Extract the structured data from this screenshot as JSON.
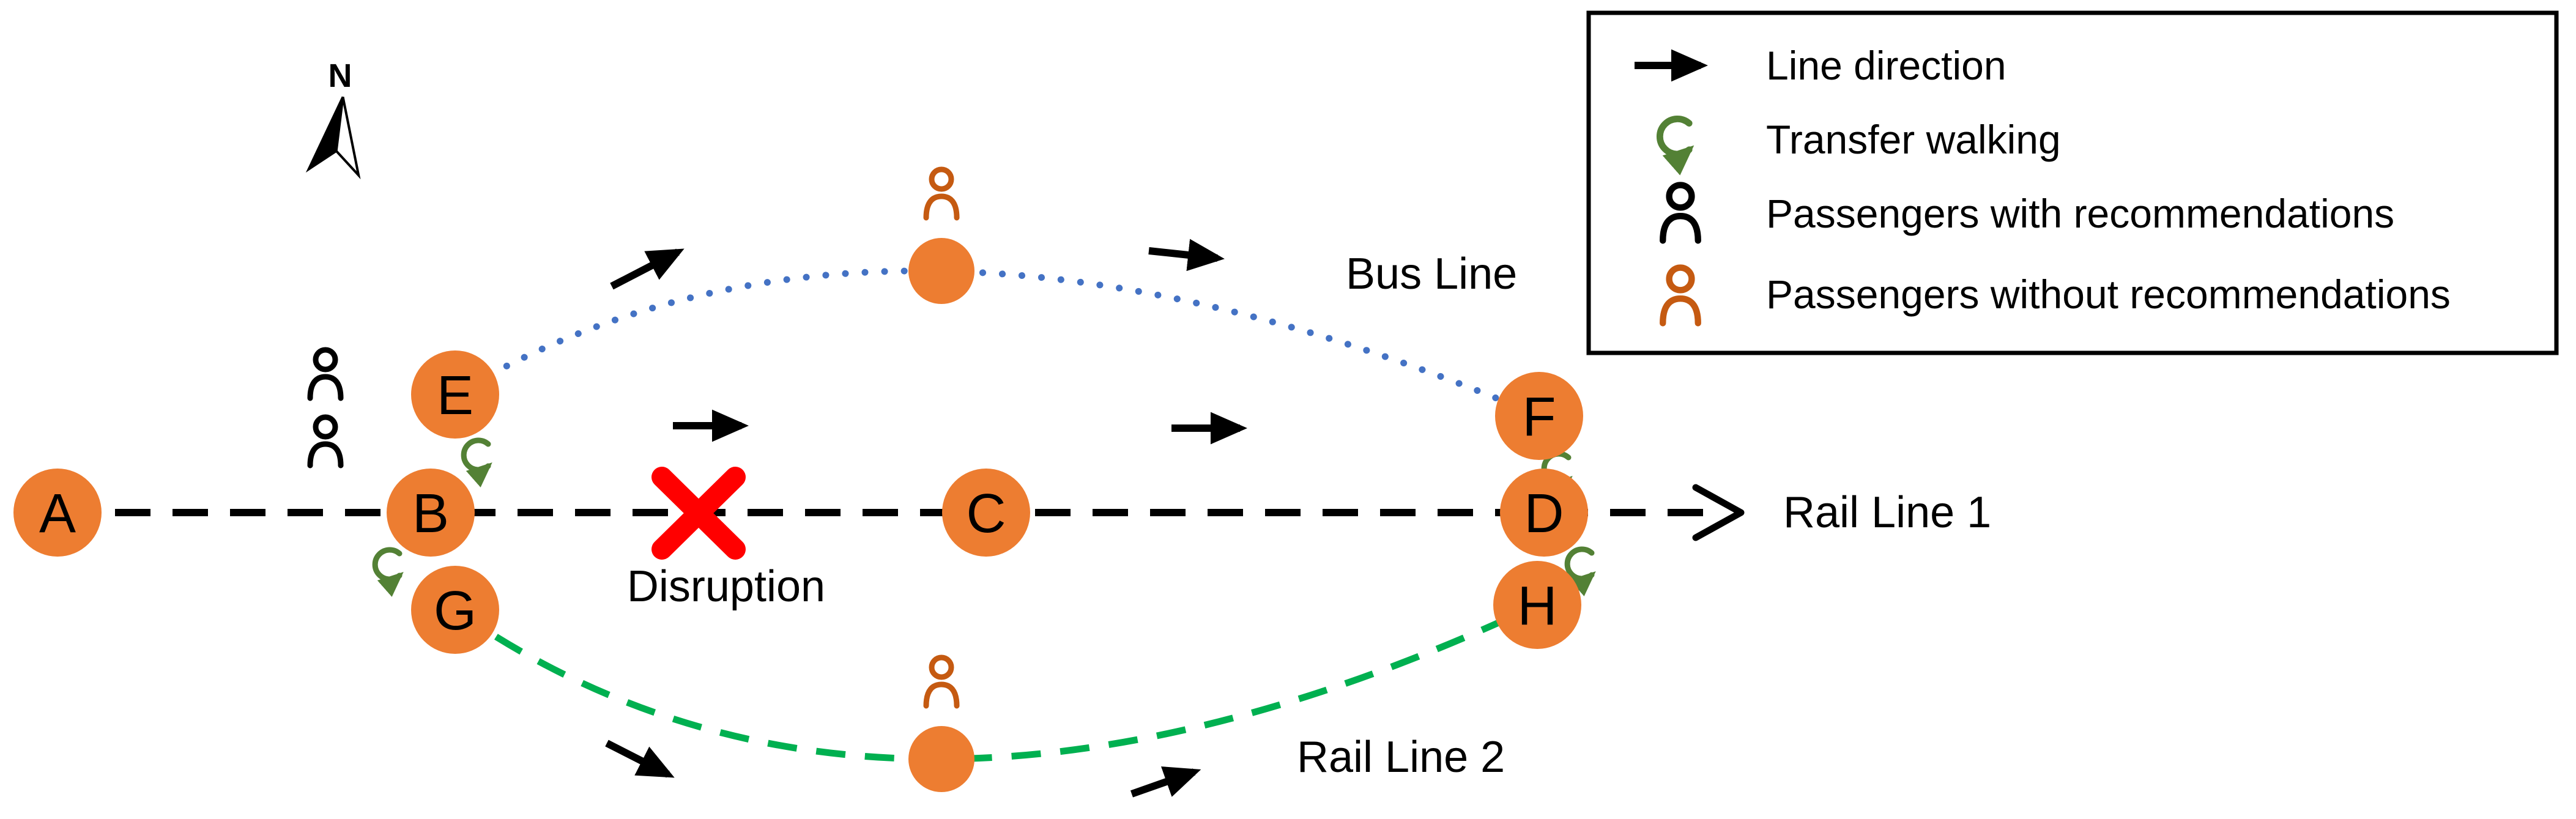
{
  "colors": {
    "station-orange": "#ED7D31",
    "bus-blue": "#4472C4",
    "rail2-green": "#00B050",
    "transfer-green": "#538135",
    "passenger-black": "#000000",
    "passenger-orange": "#C55A11",
    "disruption-red": "#FF0000",
    "ink": "#000000"
  },
  "compass": {
    "north": "N"
  },
  "stations": {
    "a": "A",
    "b": "B",
    "c": "C",
    "d": "D",
    "e": "E",
    "f": "F",
    "g": "G",
    "h": "H"
  },
  "labels": {
    "bus_line": "Bus Line",
    "rail_line_1": "Rail Line 1",
    "rail_line_2": "Rail Line 2",
    "disruption": "Disruption"
  },
  "icons": {
    "line-direction": "right-arrow",
    "transfer-walking": "green-curved-arrow",
    "passengers-with-recommendations": "black-person-outline",
    "passengers-without-recommendations": "orange-person-outline",
    "north-arrow": "compass-needle",
    "disruption": "red-x"
  },
  "legend": {
    "items": [
      {
        "icon": "line-direction-arrow-icon",
        "label": "Line direction"
      },
      {
        "icon": "transfer-walking-icon",
        "label": "Transfer walking"
      },
      {
        "icon": "passengers-with-recommendations-icon",
        "label": "Passengers with recommendations"
      },
      {
        "icon": "passengers-without-recommendations-icon",
        "label": "Passengers without recommendations"
      }
    ]
  }
}
